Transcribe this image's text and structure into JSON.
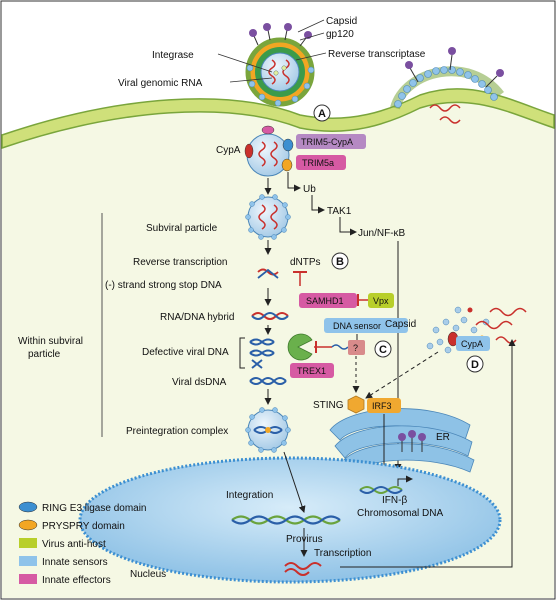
{
  "colors": {
    "cell_fill": "#cfe07a",
    "membrane": "#7aa53c",
    "background": "#ffffff",
    "sensor": "#8fc3ea",
    "effector": "#d65aa3",
    "anti_host": "#b8cf2a",
    "ring": "#3c8fd1",
    "prayspry": "#f2a623",
    "nucleus": "#9fcbea",
    "er": "#8ec2e6",
    "sting": "#f0a830",
    "dna_red": "#c9302c",
    "dna_blue": "#2a5fa8",
    "capsid": "#a9cde9",
    "trex1_pac": "#6ab04c"
  },
  "virion": {
    "capsid": "Capsid",
    "gp120": "gp120",
    "reverse_transcriptase": "Reverse transcriptase",
    "integrase": "Integrase",
    "viral_genomic_rna": "Viral genomic RNA"
  },
  "markers": {
    "a": "A",
    "b": "B",
    "c": "C",
    "d": "D"
  },
  "cytoplasm": {
    "cypa": "CypA",
    "trim5_cypa": "TRIM5-CypA",
    "trim5a": "TRIM5a",
    "ub": "Ub",
    "tak1": "TAK1",
    "jun_nfkb": "Jun/NF-κB",
    "subviral_particle": "Subviral particle",
    "reverse_transcription": "Reverse transcription",
    "dntps": "dNTPs",
    "strand_stop_dna": "(-) strand strong stop DNA",
    "samhd1": "SAMHD1",
    "vpx": "Vpx",
    "rna_dna_hybrid": "RNA/DNA hybrid",
    "dna_sensor": "DNA sensor",
    "defective_viral_dna": "Defective viral DNA",
    "question": "?",
    "trex1": "TREX1",
    "viral_dsdna": "Viral dsDNA",
    "within_subviral_1": "Within subviral",
    "within_subviral_2": "particle",
    "capsid_d": "Capsid",
    "cypa_d": "CypA",
    "sting": "STING",
    "irf3": "IRF3",
    "er": "ER",
    "preintegration_complex": "Preintegration complex"
  },
  "nucleus": {
    "integration": "Integration",
    "ifnb": "IFN-β",
    "chromosomal_dna": "Chromosomal DNA",
    "provirus": "Provirus",
    "transcription": "Transcription",
    "nucleus_label": "Nucleus"
  },
  "legend": [
    {
      "label": "RING E3 ligase domain",
      "color": "#3c8fd1",
      "shape": "ellipse"
    },
    {
      "label": "PRYSPRY domain",
      "color": "#f2a623",
      "shape": "ellipse"
    },
    {
      "label": "Virus anti-host",
      "color": "#b8cf2a",
      "shape": "rect"
    },
    {
      "label": "Innate sensors",
      "color": "#8fc3ea",
      "shape": "rect"
    },
    {
      "label": "Innate effectors",
      "color": "#d65aa3",
      "shape": "rect"
    }
  ]
}
